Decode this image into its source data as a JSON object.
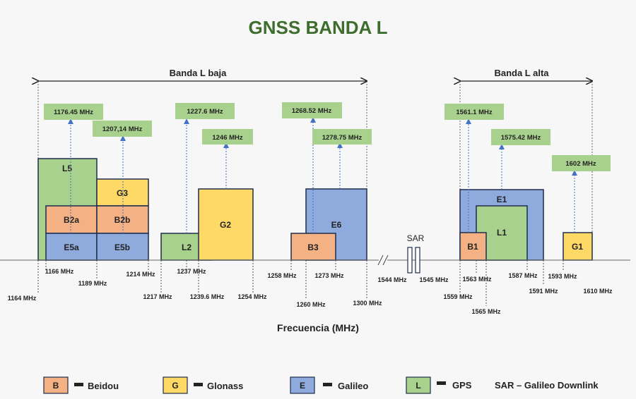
{
  "title": "GNSS BANDA L",
  "colors": {
    "beidou": "#f4b183",
    "glonass": "#ffd966",
    "galileo": "#8faadc",
    "gps": "#a9d18e",
    "label_green": "#a9d18e",
    "border": "#1f2d4d",
    "title": "#3e6e2e",
    "arrow": "#4472c4"
  },
  "bands": [
    {
      "id": "banda-l-baja",
      "label": "Banda L baja"
    },
    {
      "id": "banda-l-alta",
      "label": "Banda L alta"
    }
  ],
  "signals": [
    {
      "id": "L5",
      "label": "L5",
      "system": "gps"
    },
    {
      "id": "G3",
      "label": "G3",
      "system": "glonass"
    },
    {
      "id": "B2a",
      "label": "B2a",
      "system": "beidou"
    },
    {
      "id": "B2b",
      "label": "B2b",
      "system": "beidou"
    },
    {
      "id": "E5a",
      "label": "E5a",
      "system": "galileo"
    },
    {
      "id": "E5b",
      "label": "E5b",
      "system": "galileo"
    },
    {
      "id": "L2",
      "label": "L2",
      "system": "gps"
    },
    {
      "id": "G2",
      "label": "G2",
      "system": "glonass"
    },
    {
      "id": "E6",
      "label": "E6",
      "system": "galileo"
    },
    {
      "id": "B3",
      "label": "B3",
      "system": "beidou"
    },
    {
      "id": "E1",
      "label": "E1",
      "system": "galileo"
    },
    {
      "id": "L1",
      "label": "L1",
      "system": "gps"
    },
    {
      "id": "B1",
      "label": "B1",
      "system": "beidou"
    },
    {
      "id": "G1",
      "label": "G1",
      "system": "glonass"
    }
  ],
  "center_frequencies": [
    {
      "id": "f1176",
      "label": "1176.45 MHz"
    },
    {
      "id": "f1207",
      "label": "1207,14 MHz"
    },
    {
      "id": "f1227",
      "label": "1227.6 MHz"
    },
    {
      "id": "f1246",
      "label": "1246 MHz"
    },
    {
      "id": "f1268",
      "label": "1268.52 MHz"
    },
    {
      "id": "f1278",
      "label": "1278.75 MHz"
    },
    {
      "id": "f1561",
      "label": "1561.1 MHz"
    },
    {
      "id": "f1575",
      "label": "1575.42 MHz"
    },
    {
      "id": "f1602",
      "label": "1602 MHz"
    }
  ],
  "ticks": [
    {
      "id": "t1164",
      "label": "1164 MHz"
    },
    {
      "id": "t1166",
      "label": "1166 MHz"
    },
    {
      "id": "t1189",
      "label": "1189 MHz"
    },
    {
      "id": "t1214",
      "label": "1214 MHz"
    },
    {
      "id": "t1217",
      "label": "1217 MHz"
    },
    {
      "id": "t1237",
      "label": "1237 MHz"
    },
    {
      "id": "t1239",
      "label": "1239.6 MHz"
    },
    {
      "id": "t1254",
      "label": "1254 MHz"
    },
    {
      "id": "t1258",
      "label": "1258 MHz"
    },
    {
      "id": "t1260",
      "label": "1260 MHz"
    },
    {
      "id": "t1273",
      "label": "1273 MHz"
    },
    {
      "id": "t1300",
      "label": "1300 MHz"
    },
    {
      "id": "t1544",
      "label": "1544 MHz"
    },
    {
      "id": "t1545",
      "label": "1545 MHz"
    },
    {
      "id": "t1559",
      "label": "1559 MHz"
    },
    {
      "id": "t1563",
      "label": "1563 MHz"
    },
    {
      "id": "t1565",
      "label": "1565 MHz"
    },
    {
      "id": "t1587",
      "label": "1587 MHz"
    },
    {
      "id": "t1591",
      "label": "1591 MHz"
    },
    {
      "id": "t1593",
      "label": "1593 MHz"
    },
    {
      "id": "t1610",
      "label": "1610 MHz"
    }
  ],
  "sar_label": "SAR",
  "axis_label": "Frecuencia (MHz)",
  "legend": [
    {
      "id": "beidou",
      "code": "B",
      "name": "Beidou"
    },
    {
      "id": "glonass",
      "code": "G",
      "name": "Glonass"
    },
    {
      "id": "galileo",
      "code": "E",
      "name": "Galileo"
    },
    {
      "id": "gps",
      "code": "L",
      "name": "GPS"
    }
  ],
  "legend_sar": "SAR – Galileo Downlink"
}
